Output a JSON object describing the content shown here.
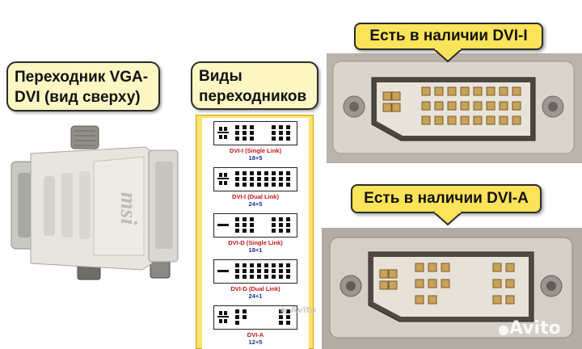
{
  "labels": {
    "vga_dvi_line1": "Переходник VGA-",
    "vga_dvi_line2": "DVI (вид сверху)",
    "types_line1": "Виды",
    "types_line2": "переходников"
  },
  "callouts": {
    "dvi_i": "Есть в наличии DVI-I",
    "dvi_a": "Есть в наличии DVI-A"
  },
  "adapter_brand": "msi",
  "connector_types": [
    {
      "name": "DVI-I (Single Link)",
      "pins": "18+5",
      "variant": "dvi-i-single"
    },
    {
      "name": "DVI-I (Dual Link)",
      "pins": "24+5",
      "variant": "dvi-i-dual"
    },
    {
      "name": "DVI-D (Single Link)",
      "pins": "18+1",
      "variant": "dvi-d-single"
    },
    {
      "name": "DVI-D (Dual Link)",
      "pins": "24+1",
      "variant": "dvi-d-dual"
    },
    {
      "name": "DVI-A",
      "pins": "12+5",
      "variant": "dvi-a"
    }
  ],
  "watermark": "Avito",
  "colors": {
    "label_bg": "#fdf7c4",
    "callout_bg": "#fde35a",
    "types_panel_bg": "#ffe26a",
    "type_name": "#c0161c",
    "pin_count": "#1c2f8e"
  }
}
